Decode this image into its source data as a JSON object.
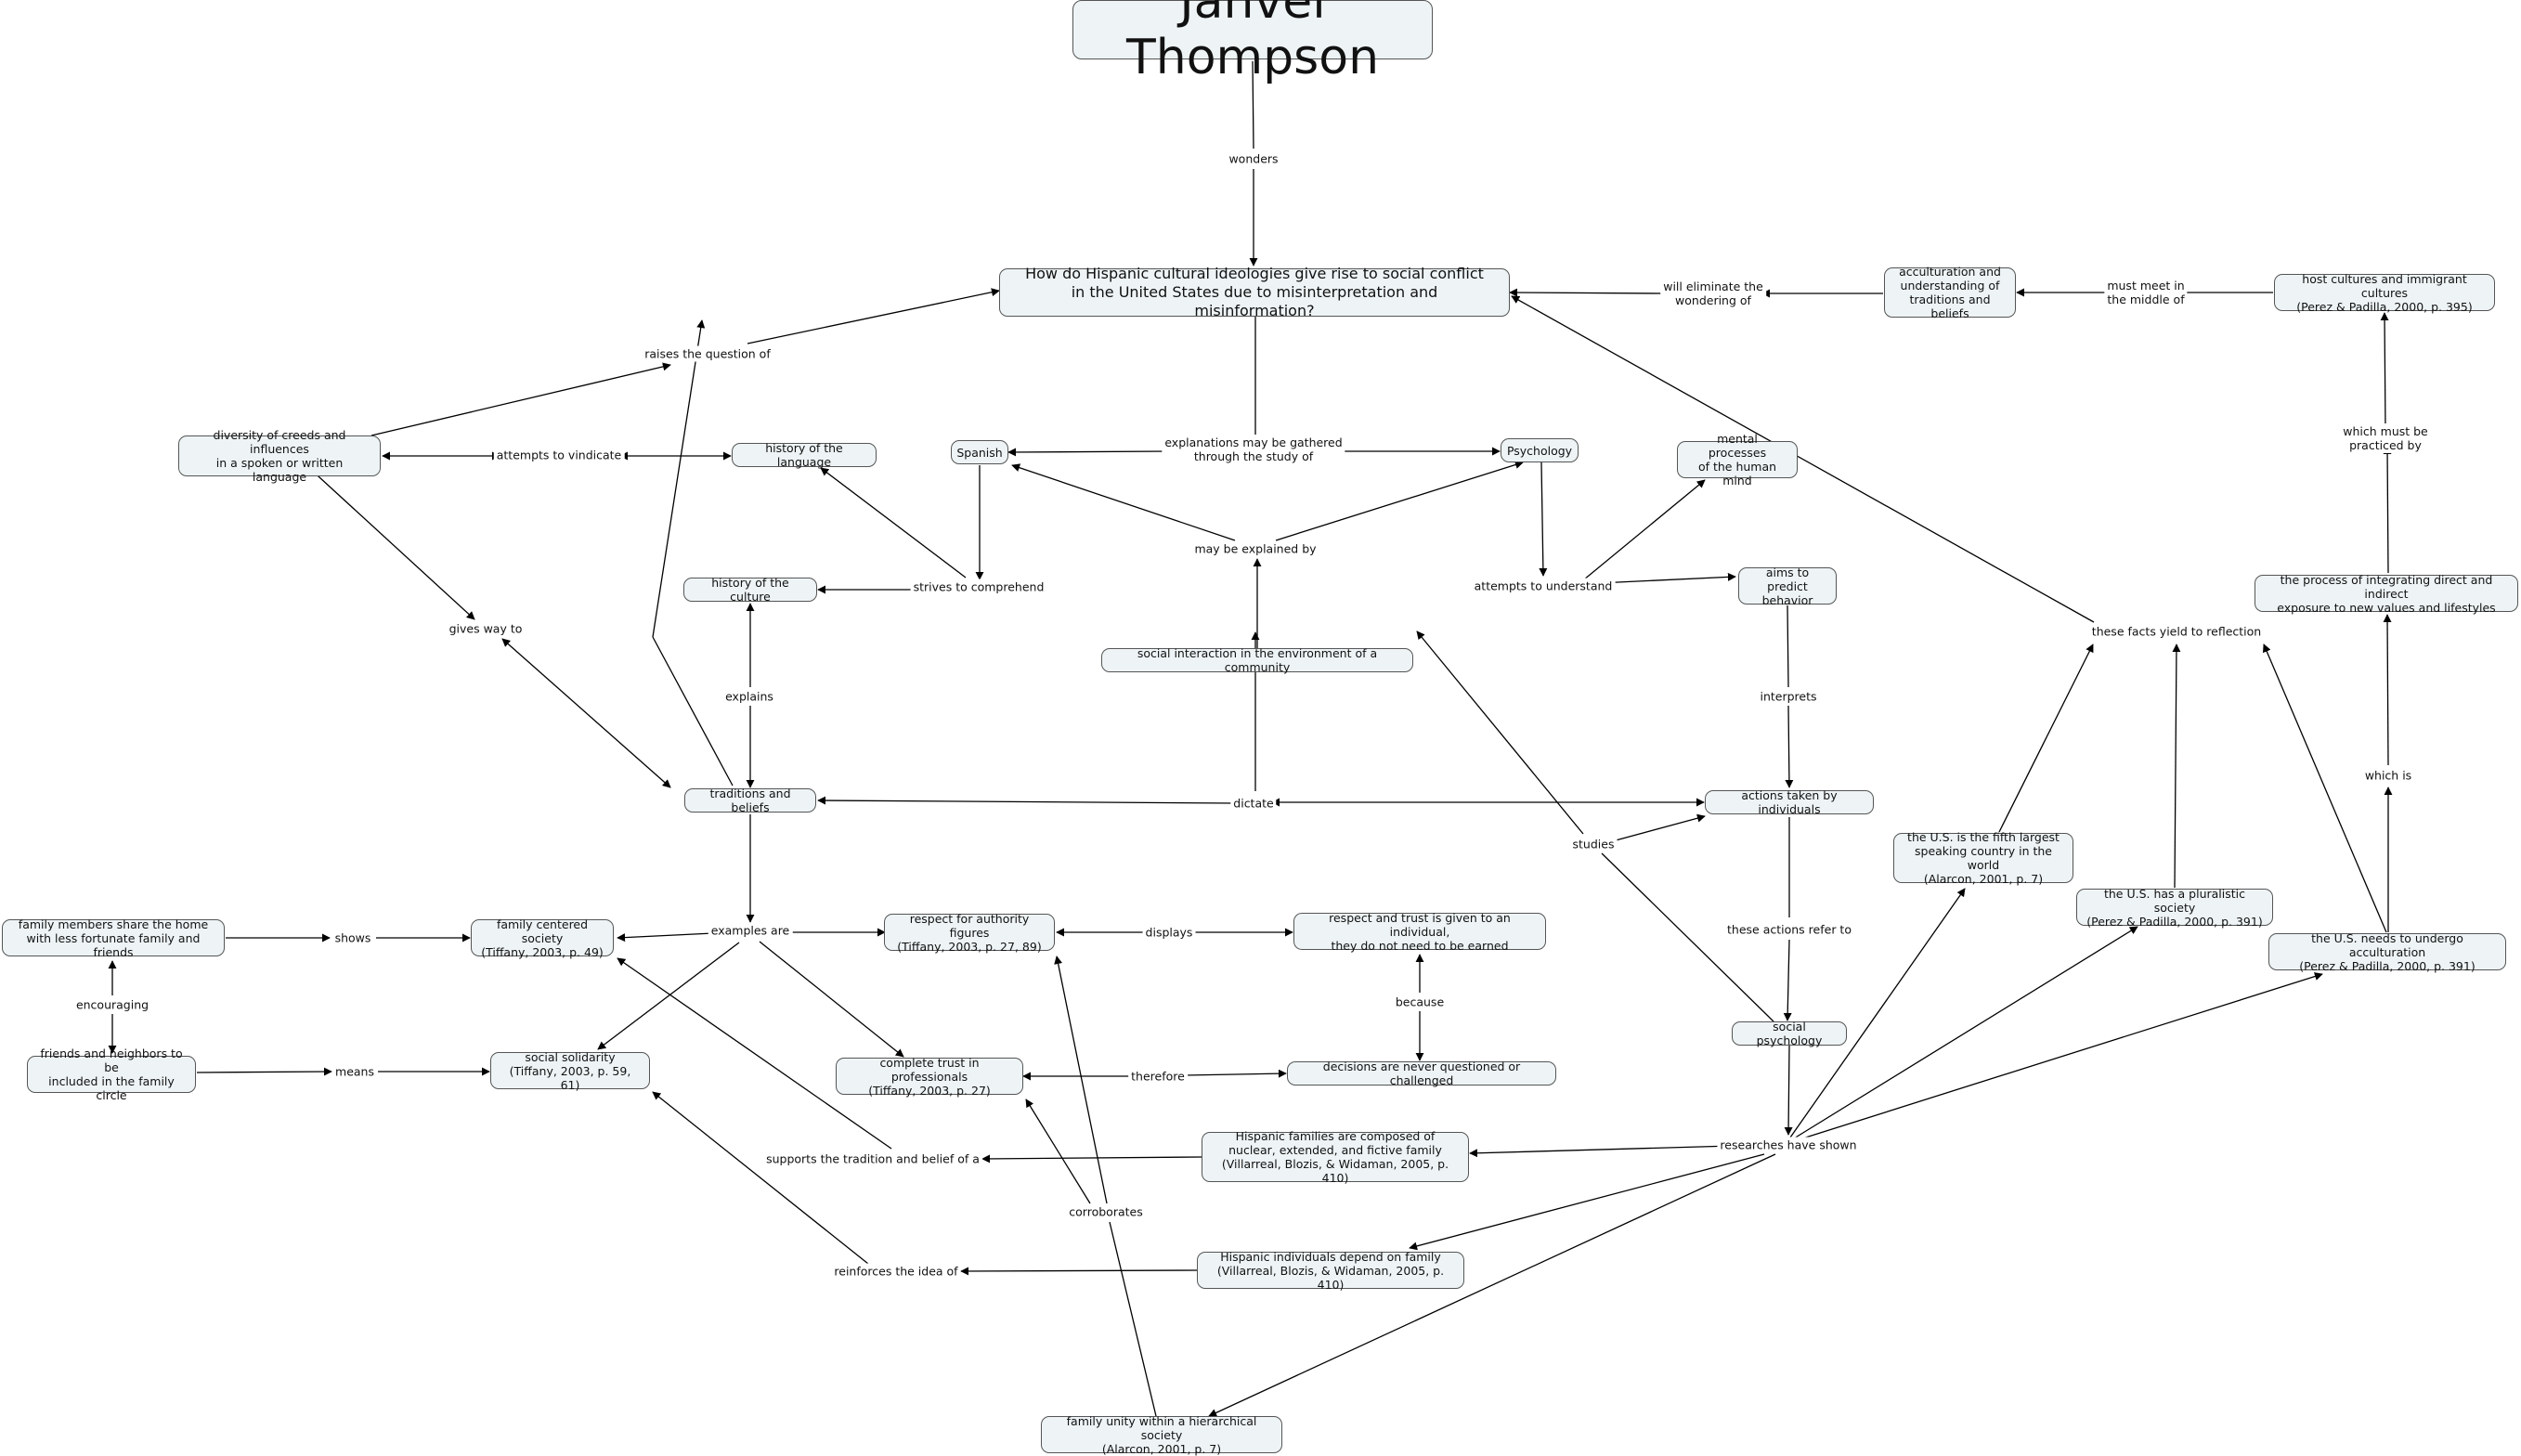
{
  "nodes": [
    {
      "id": "title",
      "text": "Jahvel Thompson"
    },
    {
      "id": "question",
      "text": "How do Hispanic cultural ideologies give rise to social conflict\nin the United States due to misinterpretation and misinformation?"
    },
    {
      "id": "diversity",
      "text": "diversity of creeds and influences\nin a spoken or written language"
    },
    {
      "id": "hist_lang",
      "text": "history of the language"
    },
    {
      "id": "spanish",
      "text": "Spanish"
    },
    {
      "id": "psychology",
      "text": "Psychology"
    },
    {
      "id": "mental",
      "text": "mental processes\nof the human mind"
    },
    {
      "id": "accult_und",
      "text": "acculturation and\nunderstanding of\ntraditions and beliefs"
    },
    {
      "id": "host",
      "text": "host cultures and immigrant cultures\n(Perez & Padilla, 2000, p. 395)"
    },
    {
      "id": "hist_cult",
      "text": "history of the culture"
    },
    {
      "id": "aims",
      "text": "aims to predict\nbehavior"
    },
    {
      "id": "process",
      "text": "the process of integrating direct and indirect\nexposure to new values and lifestyles"
    },
    {
      "id": "soc_int",
      "text": "social interaction in the environment of a community"
    },
    {
      "id": "traditions",
      "text": "traditions and beliefs"
    },
    {
      "id": "actions",
      "text": "actions taken by individuals"
    },
    {
      "id": "fifth",
      "text": "the U.S. is the fifth largest\nspeaking country in the world\n(Alarcon, 2001, p. 7)"
    },
    {
      "id": "pluralistic",
      "text": "the U.S. has a pluralistic society\n(Perez & Padilla, 2000, p. 391)"
    },
    {
      "id": "undergo",
      "text": "the U.S. needs to undergo acculturation\n(Perez & Padilla, 2000, p. 391)"
    },
    {
      "id": "fam_share",
      "text": "family members share the home\nwith less fortunate family and friends"
    },
    {
      "id": "fam_centered",
      "text": "family centered society\n(Tiffany, 2003, p. 49)"
    },
    {
      "id": "respect_auth",
      "text": "respect for authority figures\n(Tiffany, 2003, p. 27, 89)"
    },
    {
      "id": "respect_trust",
      "text": "respect and trust is given to an individual,\nthey do not need to be earned"
    },
    {
      "id": "friends",
      "text": "friends and neighbors to be\nincluded in the family circle"
    },
    {
      "id": "solidarity",
      "text": "social solidarity\n(Tiffany, 2003, p. 59, 61)"
    },
    {
      "id": "trust_prof",
      "text": "complete trust in professionals\n(Tiffany, 2003, p. 27)"
    },
    {
      "id": "decisions",
      "text": "decisions are never questioned or challenged"
    },
    {
      "id": "soc_psych",
      "text": "social psychology"
    },
    {
      "id": "hisp_fam",
      "text": "Hispanic families are composed of\nnuclear, extended, and fictive family\n(Villarreal, Blozis, & Widaman, 2005, p. 410)"
    },
    {
      "id": "hisp_ind",
      "text": "Hispanic individuals depend on family\n(Villarreal, Blozis, & Widaman, 2005, p. 410)"
    },
    {
      "id": "fam_unity",
      "text": "family unity within a hierarchical society\n(Alarcon, 2001, p. 7)"
    }
  ],
  "links": [
    {
      "id": "wonders",
      "text": "wonders"
    },
    {
      "id": "raises",
      "text": "raises the question of"
    },
    {
      "id": "eliminate",
      "text": "will eliminate the\nwondering of"
    },
    {
      "id": "mustmeet",
      "text": "must meet in\nthe middle of"
    },
    {
      "id": "attempts_v",
      "text": "attempts to vindicate"
    },
    {
      "id": "explanations",
      "text": "explanations may be gathered\nthrough the study of"
    },
    {
      "id": "practiced",
      "text": "which must be practiced by"
    },
    {
      "id": "maybe",
      "text": "may be explained by"
    },
    {
      "id": "strives",
      "text": "strives to comprehend"
    },
    {
      "id": "attempts_u",
      "text": "attempts to understand"
    },
    {
      "id": "givesway",
      "text": "gives way to"
    },
    {
      "id": "yield",
      "text": "these facts yield to reflection"
    },
    {
      "id": "explains",
      "text": "explains"
    },
    {
      "id": "interprets",
      "text": "interprets"
    },
    {
      "id": "whichis",
      "text": "which is"
    },
    {
      "id": "dictate",
      "text": "dictate"
    },
    {
      "id": "studies",
      "text": "studies"
    },
    {
      "id": "examples",
      "text": "examples are"
    },
    {
      "id": "shows",
      "text": "shows"
    },
    {
      "id": "displays",
      "text": "displays"
    },
    {
      "id": "refer",
      "text": "these actions refer to"
    },
    {
      "id": "encouraging",
      "text": "encouraging"
    },
    {
      "id": "because",
      "text": "because"
    },
    {
      "id": "means",
      "text": "means"
    },
    {
      "id": "therefore",
      "text": "therefore"
    },
    {
      "id": "research",
      "text": "researches have shown"
    },
    {
      "id": "supports",
      "text": "supports the tradition and belief of a"
    },
    {
      "id": "corroborates",
      "text": "corroborates"
    },
    {
      "id": "reinforces",
      "text": "reinforces the idea of"
    }
  ]
}
